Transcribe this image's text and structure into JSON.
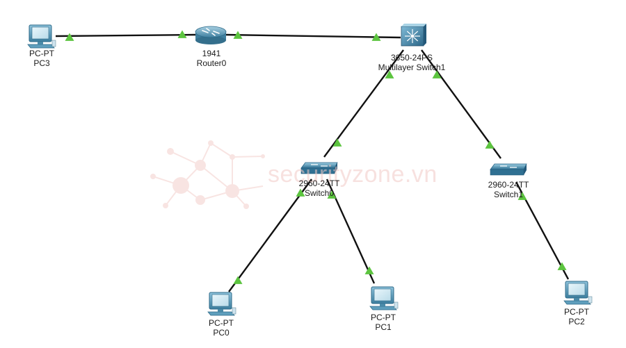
{
  "watermark": {
    "text": "securityzone.vn"
  },
  "devices": {
    "pc3": {
      "model": "PC-PT",
      "name": "PC3"
    },
    "router0": {
      "model": "1941",
      "name": "Router0"
    },
    "mlswitch1": {
      "model": "3650-24PS",
      "name": "Multilayer Switch1"
    },
    "switch0": {
      "model": "2960-24TT",
      "name": "Switch0"
    },
    "switch1": {
      "model": "2960-24TT",
      "name": "Switch1"
    },
    "pc0": {
      "model": "PC-PT",
      "name": "PC0"
    },
    "pc1": {
      "model": "PC-PT",
      "name": "PC1"
    },
    "pc2": {
      "model": "PC-PT",
      "name": "PC2"
    }
  },
  "links": [
    {
      "from": "pc3",
      "to": "router0",
      "status": "up"
    },
    {
      "from": "router0",
      "to": "mlswitch1",
      "status": "up"
    },
    {
      "from": "mlswitch1",
      "to": "switch0",
      "status": "up"
    },
    {
      "from": "mlswitch1",
      "to": "switch1",
      "status": "up"
    },
    {
      "from": "switch0",
      "to": "pc0",
      "status": "up"
    },
    {
      "from": "switch0",
      "to": "pc1",
      "status": "up"
    },
    {
      "from": "switch1",
      "to": "pc2",
      "status": "up"
    }
  ],
  "colors": {
    "link": "#111111",
    "link_up": "#5cc43f",
    "device_blue": "#3f86a8",
    "watermark": "#f2c9c6"
  }
}
